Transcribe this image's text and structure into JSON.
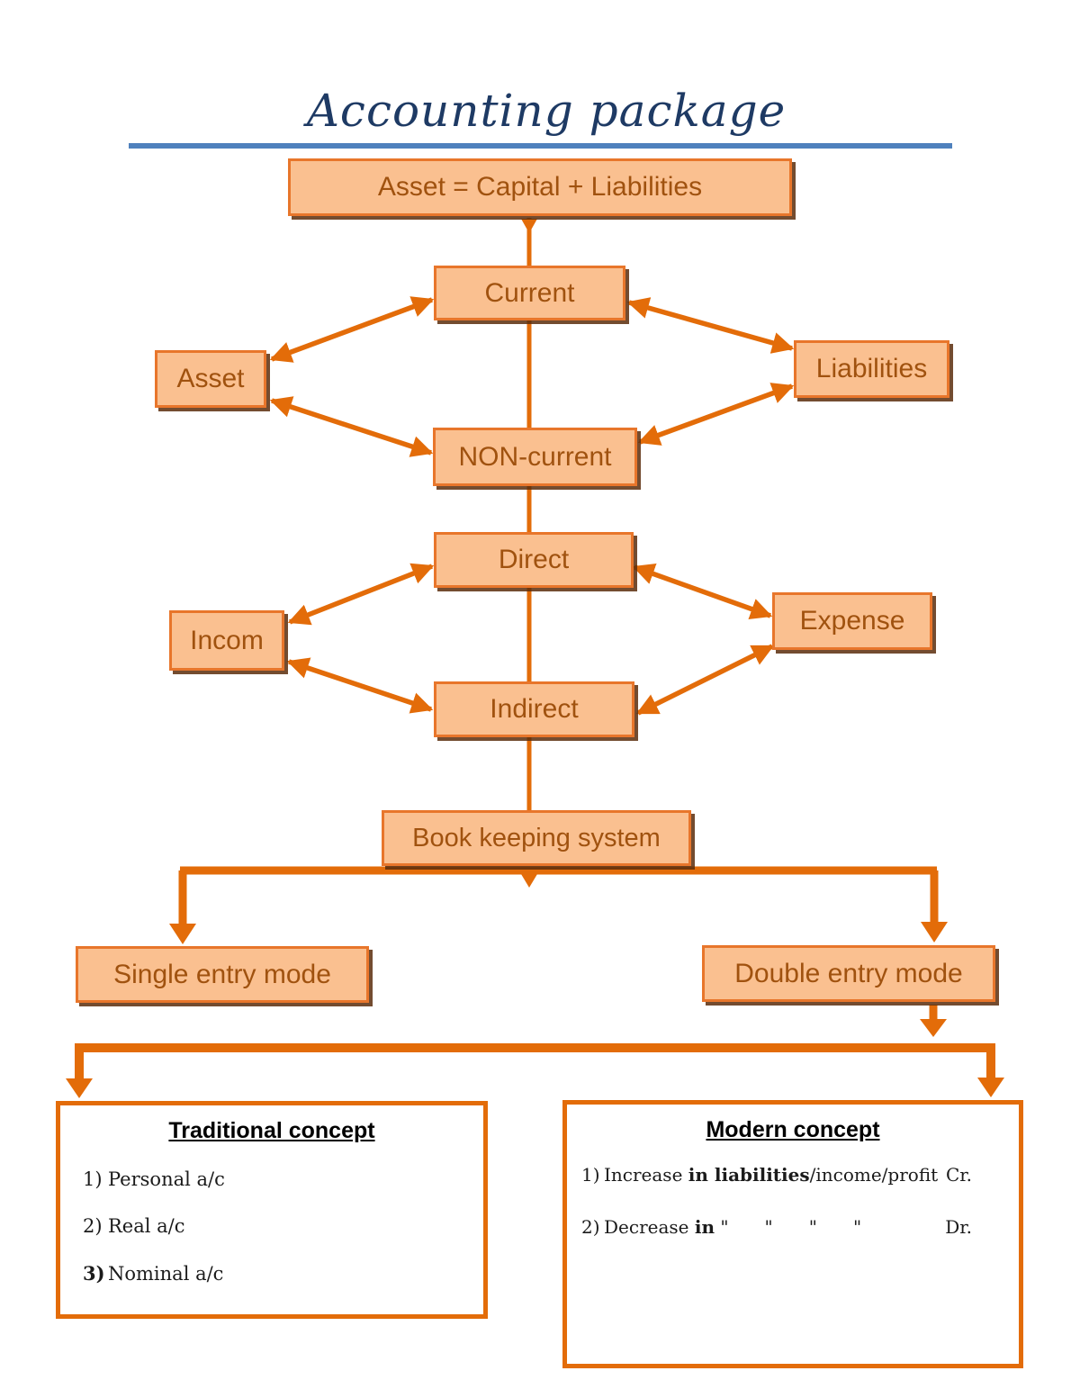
{
  "title": "Accounting package",
  "nodes": {
    "equation": "Asset = Capital + Liabilities",
    "current": "Current",
    "asset": "Asset",
    "liabilities": "Liabilities",
    "noncurrent": "NON-current",
    "direct": "Direct",
    "incom": "Incom",
    "expense": "Expense",
    "indirect": "Indirect",
    "bookkeeping": "Book keeping system",
    "single": "Single entry mode",
    "double": "Double entry mode"
  },
  "traditional": {
    "title": "Traditional concept",
    "items": [
      {
        "num": "1)",
        "text": "Personal a/c"
      },
      {
        "num": "2)",
        "text": "Real a/c"
      },
      {
        "num": "3)",
        "text": "Nominal a/c"
      }
    ]
  },
  "modern": {
    "title": "Modern concept",
    "items": [
      {
        "num": "1)",
        "pre": "Increase ",
        "bold": "in liabilities",
        "post": "/income/profit",
        "right": "Cr."
      },
      {
        "num": "2)",
        "pre": "Decrease ",
        "bold": "in",
        "post": " \"  \"  \"  \"",
        "right": "Dr."
      }
    ]
  },
  "colors": {
    "accent_orange": "#E36C09",
    "node_fill": "#FAC090",
    "node_border": "#E8762B",
    "node_text": "#A0520F",
    "title_navy": "#1E3A64",
    "rule_blue": "#4F81BD"
  }
}
